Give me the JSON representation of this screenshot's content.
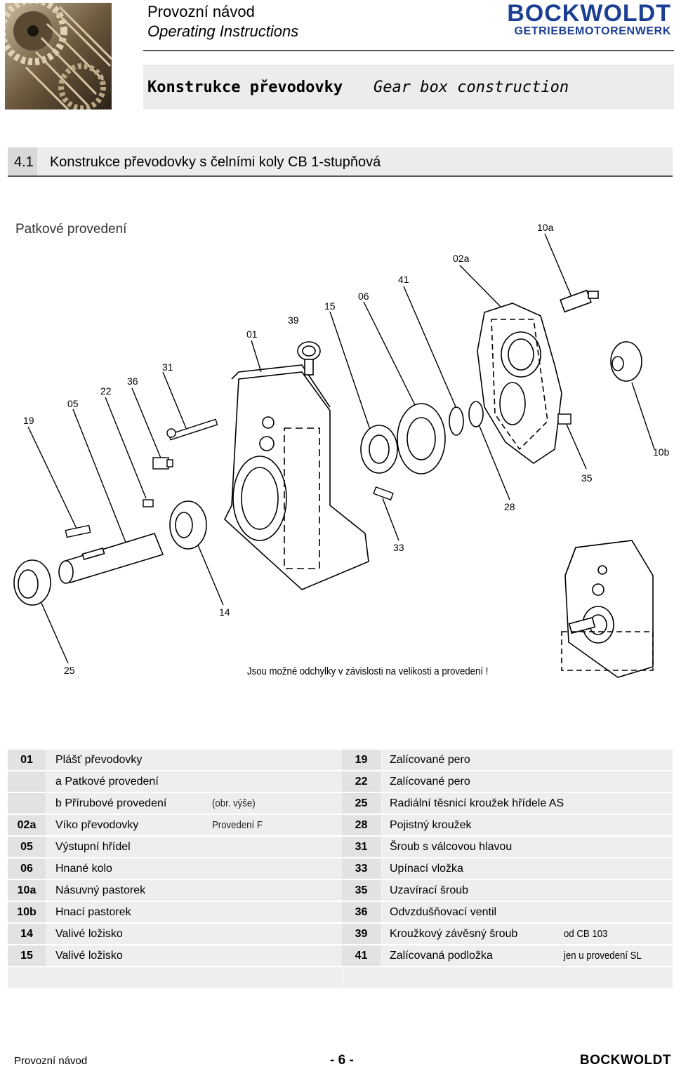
{
  "header": {
    "title_cz": "Provozní návod",
    "title_en": "Operating Instructions",
    "brand_name": "BOCKWOLDT",
    "brand_sub": "GETRIEBEMOTORENWERK",
    "section_title_cz": "Konstrukce převodovky",
    "section_title_en": "Gear box construction"
  },
  "section": {
    "number": "4.1",
    "title": "Konstrukce převodovky s čelními koly CB 1-stupňová",
    "subtitle": "Patkové provedení",
    "note": "Jsou možné odchylky v závislosti na velikosti a provedení !"
  },
  "drawing": {
    "labels": [
      "10a",
      "02a",
      "41",
      "06",
      "15",
      "39",
      "01",
      "31",
      "36",
      "22",
      "05",
      "19",
      "10b",
      "35",
      "28",
      "33",
      "14",
      "25"
    ]
  },
  "parts": [
    {
      "num": "01",
      "name": "Plášť převodovky",
      "extra": "",
      "num2": "19",
      "name2": "Zalícované pero",
      "extra2": ""
    },
    {
      "num": "",
      "name": "a Patkové provedení",
      "extra": "",
      "num2": "22",
      "name2": "Zalícované pero",
      "extra2": ""
    },
    {
      "num": "",
      "name": "b Přírubové provedení",
      "extra": "(obr. výše)",
      "num2": "25",
      "name2": "Radiální těsnicí kroužek hřídele AS",
      "extra2": ""
    },
    {
      "num": "02a",
      "name": "Víko převodovky",
      "extra": "Provedení F",
      "num2": "28",
      "name2": "Pojistný kroužek",
      "extra2": ""
    },
    {
      "num": "05",
      "name": "Výstupní hřídel",
      "extra": "",
      "num2": "31",
      "name2": "Šroub s válcovou hlavou",
      "extra2": ""
    },
    {
      "num": "06",
      "name": "Hnané kolo",
      "extra": "",
      "num2": "33",
      "name2": "Upínací vložka",
      "extra2": ""
    },
    {
      "num": "10a",
      "name": "Násuvný pastorek",
      "extra": "",
      "num2": "35",
      "name2": "Uzavírací šroub",
      "extra2": ""
    },
    {
      "num": "10b",
      "name": "Hnací pastorek",
      "extra": "",
      "num2": "36",
      "name2": "Odvzdušňovací ventil",
      "extra2": ""
    },
    {
      "num": "14",
      "name": "Valivé ložisko",
      "extra": "",
      "num2": "39",
      "name2": "Kroužkový závěsný šroub",
      "extra2": "od CB 103"
    },
    {
      "num": "15",
      "name": "Valivé ložisko",
      "extra": "",
      "num2": "41",
      "name2": "Zalícovaná podložka",
      "extra2": "jen u provedení SL"
    }
  ],
  "footer": {
    "left": "Provozní návod",
    "page": "- 6 -",
    "brand": "BOCKWOLDT"
  },
  "colors": {
    "brand_blue": "#1c3f94",
    "band_gray": "#ececec",
    "cell_gray": "#e2e2e2"
  }
}
